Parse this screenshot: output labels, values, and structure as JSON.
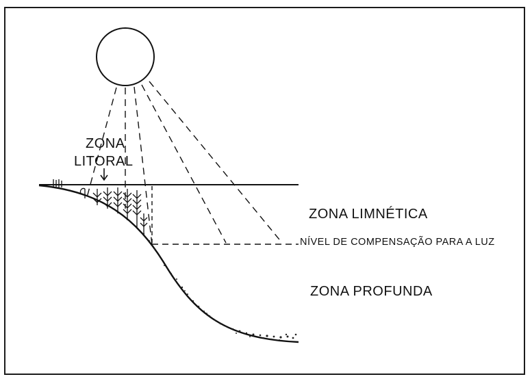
{
  "labels": {
    "zona_litoral_line1": "ZONA",
    "zona_litoral_line2": "LITORAL",
    "zona_limnetica": "ZONA LIMNÉTICA",
    "nivel_compensacao": "NÍVEL DE COMPENSAÇÃO PARA A LUZ",
    "zona_profunda": "ZONA PROFUNDA"
  },
  "colors": {
    "ink": "#111111",
    "background": "#ffffff"
  },
  "icons": {
    "sun": "sun-circle",
    "plants": "aquatic-plants",
    "arrow": "arrow-down"
  }
}
